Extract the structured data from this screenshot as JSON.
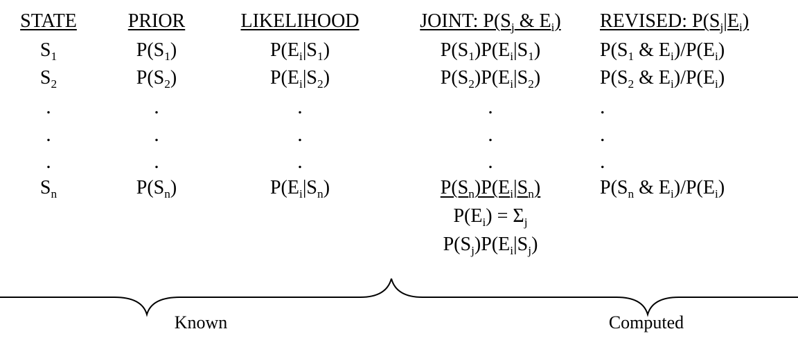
{
  "headers": {
    "state": "STATE",
    "prior": "PRIOR",
    "likelihood": "LIKELIHOOD",
    "joint": "JOINT: P(S",
    "joint_sub1": "j",
    "joint_mid": " & E",
    "joint_sub2": "i",
    "joint_end": ")",
    "revised": "REVISED: P(S",
    "revised_sub1": "j",
    "revised_mid": "|E",
    "revised_sub2": "i",
    "revised_end": ")"
  },
  "rows": [
    {
      "state": "S",
      "state_sub": "1",
      "prior_a": "P(S",
      "prior_sub": "1",
      "prior_b": ")",
      "lik_a": "P(E",
      "lik_sub1": "i",
      "lik_b": "|S",
      "lik_sub2": "1",
      "lik_c": ")",
      "joint_a": "P(S",
      "joint_sub1": "1",
      "joint_b": ")P(E",
      "joint_sub2": "i",
      "joint_c": "|S",
      "joint_sub3": "1",
      "joint_d": ")",
      "rev_a": "P(S",
      "rev_sub1": "1",
      "rev_b": " & E",
      "rev_sub2": "i",
      "rev_c": ")/P(E",
      "rev_sub3": "i",
      "rev_d": ")"
    },
    {
      "state": "S",
      "state_sub": "2",
      "prior_a": "P(S",
      "prior_sub": "2",
      "prior_b": ")",
      "lik_a": "P(E",
      "lik_sub1": "i",
      "lik_b": "|S",
      "lik_sub2": "2",
      "lik_c": ")",
      "joint_a": "P(S",
      "joint_sub1": "2",
      "joint_b": ")P(E",
      "joint_sub2": "i",
      "joint_c": "|S",
      "joint_sub3": "2",
      "joint_d": ")",
      "rev_a": "P(S",
      "rev_sub1": "2",
      "rev_b": " & E",
      "rev_sub2": "i",
      "rev_c": ")/P(E",
      "rev_sub3": "i",
      "rev_d": ")"
    },
    {
      "state": "S",
      "state_sub": "n",
      "prior_a": "P(S",
      "prior_sub": "n",
      "prior_b": ")",
      "lik_a": "P(E",
      "lik_sub1": "i",
      "lik_b": "|S",
      "lik_sub2": "n",
      "lik_c": ")",
      "joint_a": "P(S",
      "joint_sub1": "n",
      "joint_b": ")P(E",
      "joint_sub2": "i",
      "joint_c": "|S",
      "joint_sub3": "n",
      "joint_d": ")",
      "rev_a": "P(S",
      "rev_sub1": "n",
      "rev_b": " & E",
      "rev_sub2": "i",
      "rev_c": ")/P(E",
      "rev_sub3": "i",
      "rev_d": ")"
    }
  ],
  "dot": ".",
  "total": {
    "line1_a": "P(E",
    "line1_sub1": "i",
    "line1_b": ") = Σ",
    "line1_sub2": "j",
    "line2_a": "P(S",
    "line2_sub1": "j",
    "line2_b": ")P(E",
    "line2_sub2": "i",
    "line2_c": "|S",
    "line2_sub3": "j",
    "line2_d": ")"
  },
  "labels": {
    "known": "Known",
    "computed": "Computed"
  }
}
